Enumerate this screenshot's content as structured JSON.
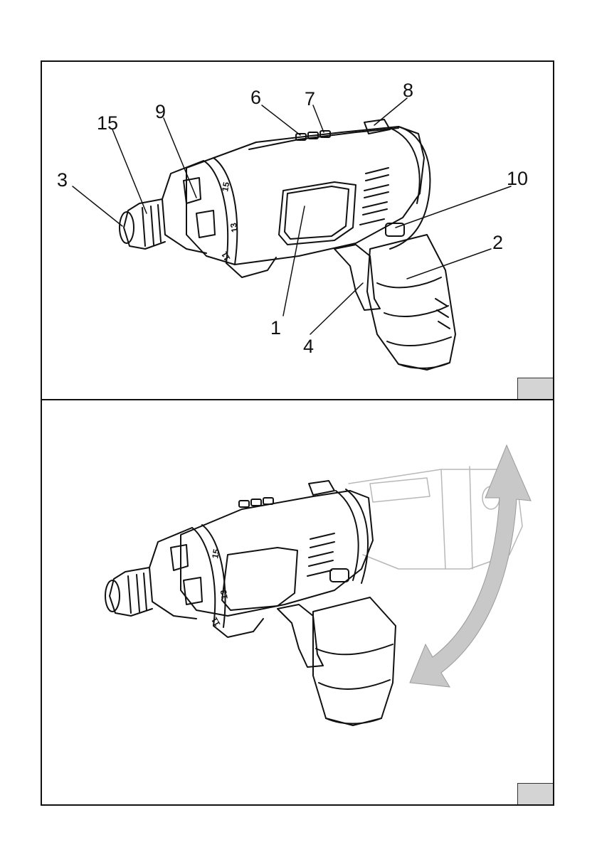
{
  "figure": {
    "top_panel": {
      "callouts": [
        {
          "id": "c3",
          "label": "3"
        },
        {
          "id": "c15",
          "label": "15"
        },
        {
          "id": "c9",
          "label": "9"
        },
        {
          "id": "c6",
          "label": "6"
        },
        {
          "id": "c7",
          "label": "7"
        },
        {
          "id": "c8",
          "label": "8"
        },
        {
          "id": "c10",
          "label": "10"
        },
        {
          "id": "c2",
          "label": "2"
        },
        {
          "id": "c1",
          "label": "1"
        },
        {
          "id": "c4",
          "label": "4"
        }
      ],
      "dial_marks": [
        "15",
        "13",
        "11"
      ]
    },
    "bottom_panel": {
      "dial_marks": [
        "15",
        "13",
        "11"
      ],
      "rotation_arrow": "double-headed-arrow",
      "arrow_color": "#c8c8c8"
    }
  }
}
